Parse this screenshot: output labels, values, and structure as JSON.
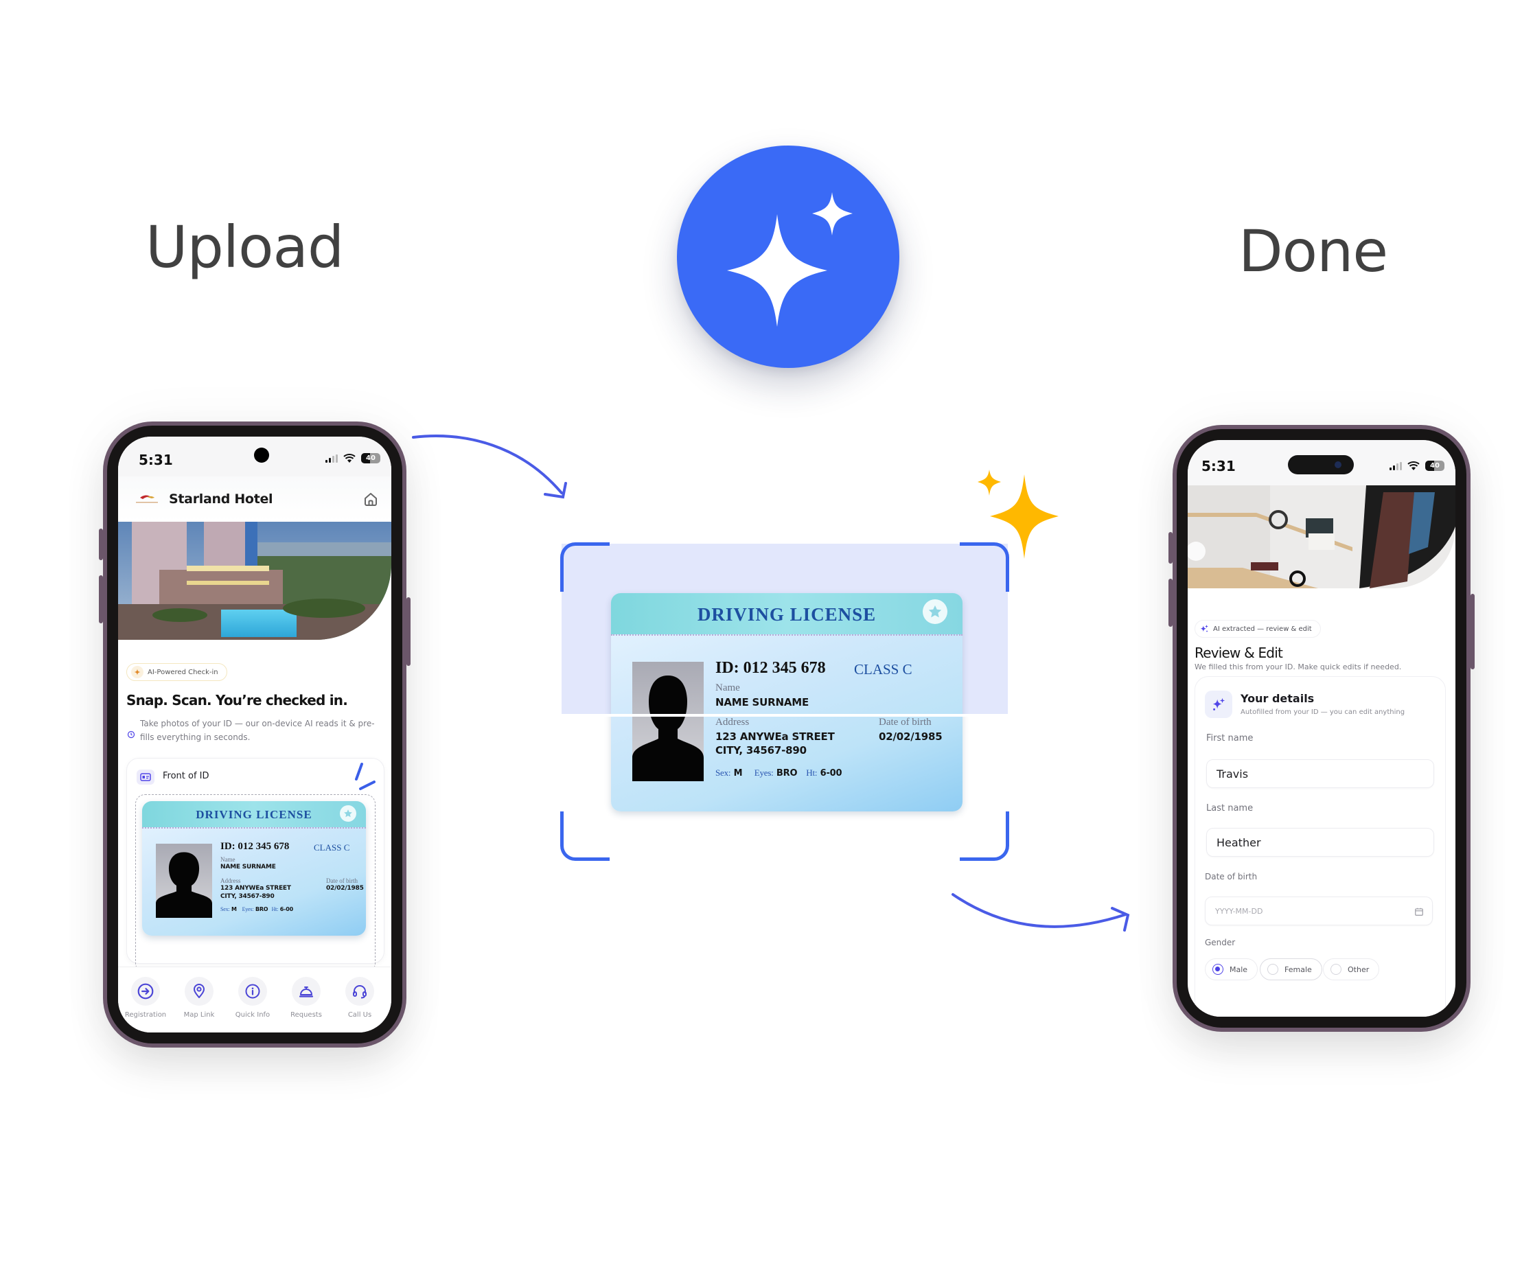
{
  "steps": {
    "upload_label": "Upload",
    "done_label": "Done"
  },
  "colors": {
    "accent_blue": "#3a6af6",
    "arrow": "#4a5be6",
    "sparkle_yellow": "#FFB800",
    "phone_frame": "#6b566a",
    "scan_overlay": "#e2e7fc"
  },
  "ai_badge": {
    "icon": "sparkles-icon"
  },
  "left_phone": {
    "status_bar": {
      "time": "5:31",
      "battery": "40"
    },
    "header": {
      "hotel_name": "Starland Hotel",
      "home_icon": "home-icon"
    },
    "badge": "AI-Powered Check-in",
    "headline": "Snap. Scan. You’re checked in.",
    "description": "Take photos of your ID — our on-device AI reads it & pre-fills everything in seconds.",
    "upload_card": {
      "title": "Front of ID"
    },
    "bottom_nav": [
      {
        "label": "Registration",
        "icon": "arrow-right-circle-icon"
      },
      {
        "label": "Map Link",
        "icon": "map-pin-icon"
      },
      {
        "label": "Quick Info",
        "icon": "info-icon"
      },
      {
        "label": "Requests",
        "icon": "service-bell-icon"
      },
      {
        "label": "Call Us",
        "icon": "headset-icon"
      }
    ]
  },
  "id_card": {
    "title": "DRIVING LICENSE",
    "id_number": "ID: 012 345 678",
    "class": "CLASS C",
    "name_label": "Name",
    "name_value": "NAME SURNAME",
    "address_label": "Address",
    "address_line1": "123 ANYWEa STREET",
    "address_line2": "CITY, 34567-890",
    "dob_label": "Date of birth",
    "dob_value": "02/02/1985",
    "sex_label": "Sex:",
    "sex_value": "M",
    "eyes_label": "Eyes:",
    "eyes_value": "BRO",
    "height_label": "Ht:",
    "height_value": "6-00"
  },
  "right_phone": {
    "status_bar": {
      "time": "5:31",
      "battery": "40"
    },
    "badge": "AI extracted — review & edit",
    "title": "Review & Edit",
    "subtitle": "We filled this from your ID. Make quick edits if needed.",
    "details_card": {
      "title": "Your details",
      "subtitle": "Autofilled from your ID — you can edit anything"
    },
    "fields": {
      "first_name": {
        "label": "First name",
        "value": "Travis"
      },
      "last_name": {
        "label": "Last name",
        "value": "Heather"
      },
      "dob": {
        "label": "Date of birth",
        "placeholder": "YYYY-MM-DD",
        "value": ""
      },
      "gender": {
        "label": "Gender",
        "options": [
          "Male",
          "Female",
          "Other"
        ],
        "selected": "Male"
      }
    }
  }
}
